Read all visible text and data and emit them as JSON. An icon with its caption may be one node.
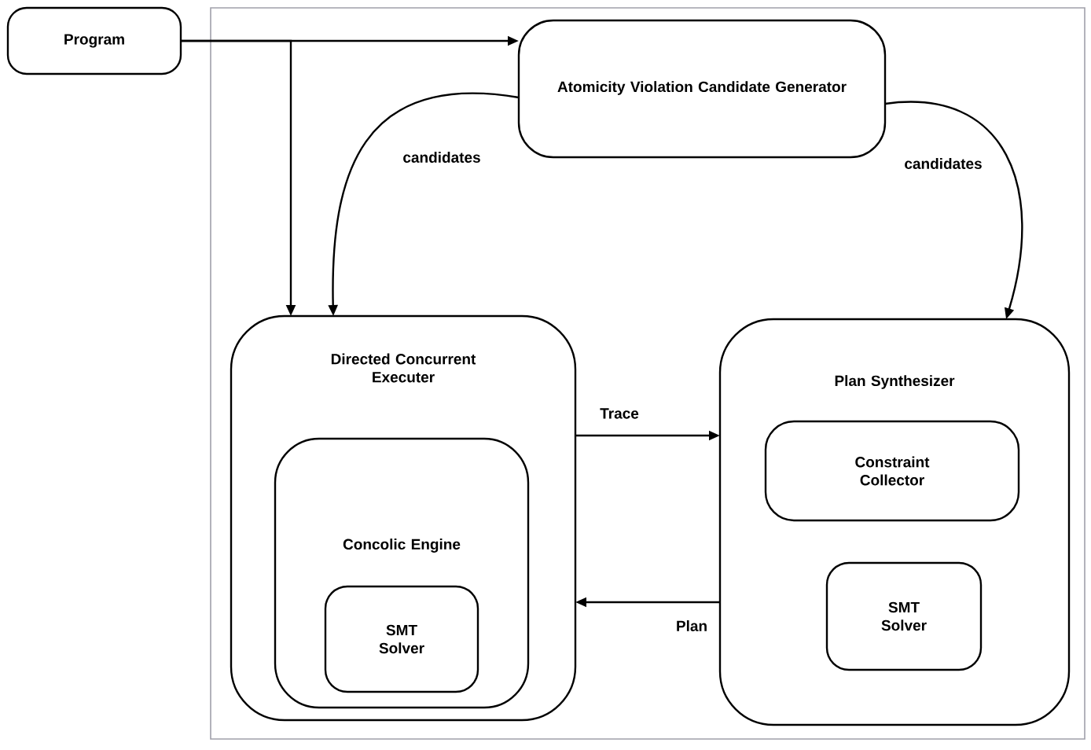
{
  "diagram": {
    "nodes": [
      {
        "text": [
          "Program"
        ]
      },
      {
        "text": [
          "Atomicity Violation Candidate Generator"
        ]
      },
      {
        "text": [
          "Directed Concurrent Executer"
        ]
      },
      {
        "text": [
          "Concolic Engine"
        ],
        "in": 2
      },
      {
        "text": [
          "SMT Solver"
        ],
        "in": 3
      },
      {
        "text": [
          "Plan Synthesizer"
        ]
      },
      {
        "text": [
          "Constraint Collector"
        ],
        "in": 5
      },
      {
        "text": [
          "SMT Solver"
        ],
        "in": 5
      }
    ],
    "edges": [
      {
        "from": 0,
        "to": 1,
        "arrow": "to"
      },
      {
        "from": 0,
        "to": 2,
        "arrow": "to"
      },
      {
        "from": 1,
        "to": 2,
        "arrow": "to",
        "label": "candidates"
      },
      {
        "from": 1,
        "to": 5,
        "arrow": "to",
        "label": "candidates"
      },
      {
        "from": 2,
        "to": 5,
        "arrow": "to",
        "label": "Trace"
      },
      {
        "from": 5,
        "to": 2,
        "arrow": "to",
        "label": "Plan"
      }
    ]
  }
}
